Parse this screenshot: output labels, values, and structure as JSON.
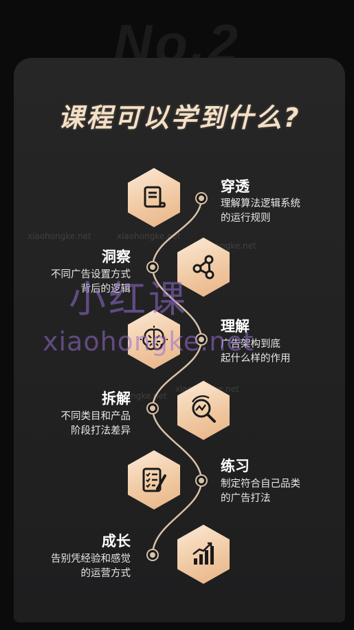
{
  "header": {
    "badge_number": "No.2",
    "title": "课程可以学到什么?"
  },
  "steps": [
    {
      "title": "穿透",
      "desc_line1": "理解算法逻辑系统",
      "desc_line2": "的运行规则",
      "icon": "document-scroll-icon"
    },
    {
      "title": "洞察",
      "desc_line1": "不同广告设置方式",
      "desc_line2": "背后的逻辑",
      "icon": "share-nodes-icon"
    },
    {
      "title": "理解",
      "desc_line1": "广告架构到底",
      "desc_line2": "起什么样的作用",
      "icon": "brain-icon"
    },
    {
      "title": "拆解",
      "desc_line1": "不同类目和产品",
      "desc_line2": "阶段打法差异",
      "icon": "magnify-trend-icon"
    },
    {
      "title": "练习",
      "desc_line1": "制定符合自己品类",
      "desc_line2": "的广告打法",
      "icon": "checklist-pen-icon"
    },
    {
      "title": "成长",
      "desc_line1": "告别凭经验和感觉",
      "desc_line2": "的运营方式",
      "icon": "growth-chart-icon"
    }
  ],
  "watermark": {
    "cn": "小红课",
    "en": "xiaohongke.net",
    "small": "xiaohongke.net"
  },
  "colors": {
    "background": "#0b0b0c",
    "card": "#232324",
    "accent": "#f0c79f",
    "path": "#d9c3a8"
  }
}
